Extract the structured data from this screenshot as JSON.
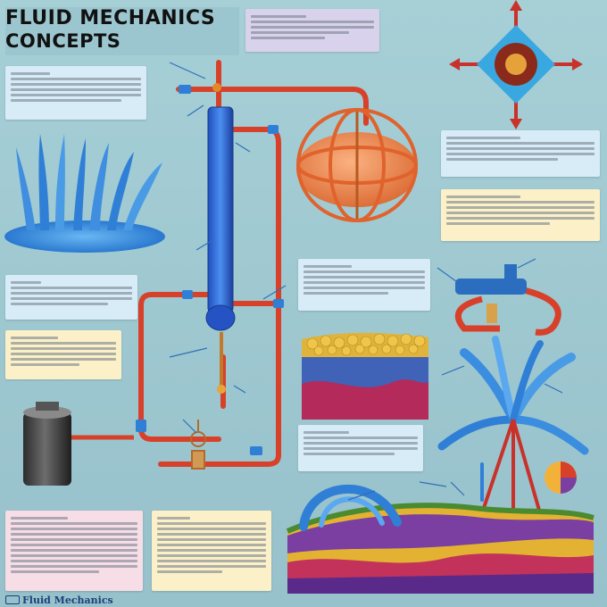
{
  "title": {
    "line1": "FLUID MECHANICS",
    "line2": "CONCEPTS"
  },
  "footer": {
    "text": "Fluid Mechanics"
  },
  "colors": {
    "pipe": "#d7412a",
    "water": "#2f7fd6",
    "background": "#9cc6cf",
    "sphere": "#ee8a52",
    "accent_red": "#c8322a"
  },
  "icons": {
    "footer": "book-icon"
  }
}
